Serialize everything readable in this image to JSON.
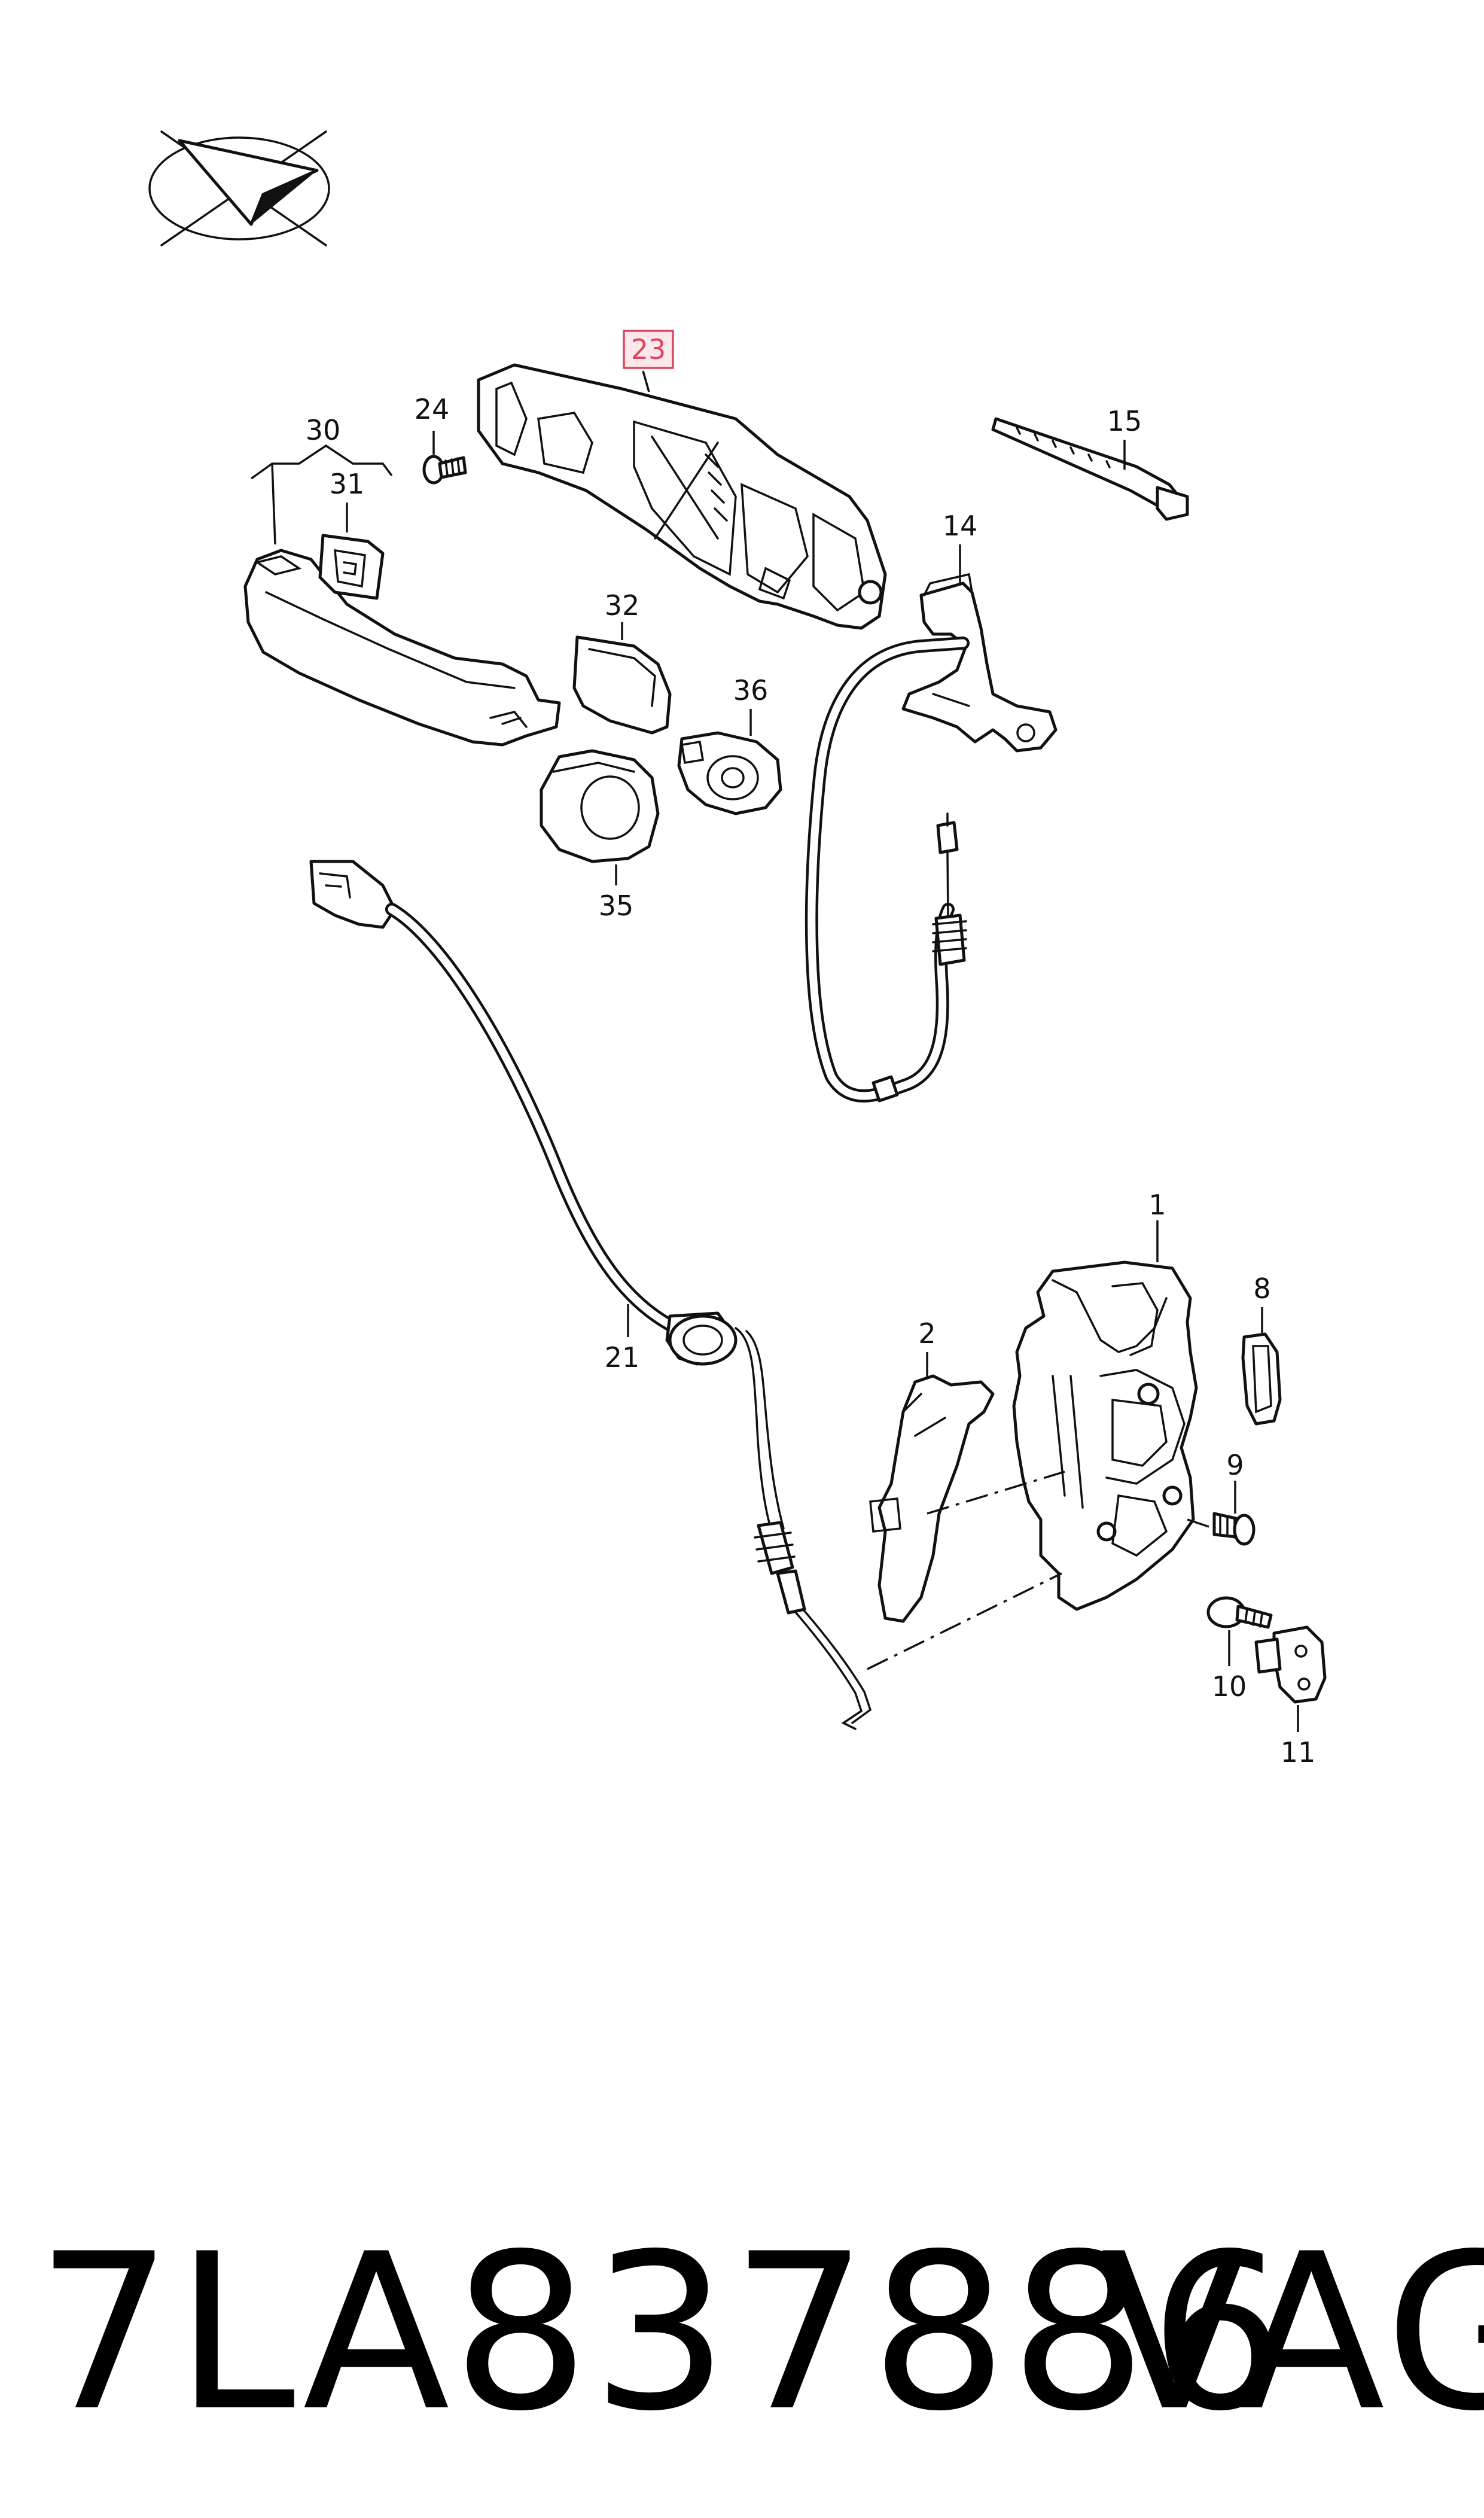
{
  "callouts": [
    {
      "id": "23",
      "highlighted": true
    },
    {
      "id": "24"
    },
    {
      "id": "30"
    },
    {
      "id": "31"
    },
    {
      "id": "15"
    },
    {
      "id": "14"
    },
    {
      "id": "32"
    },
    {
      "id": "36"
    },
    {
      "id": "35"
    },
    {
      "id": "21"
    },
    {
      "id": "1"
    },
    {
      "id": "8"
    },
    {
      "id": "2"
    },
    {
      "id": "9"
    },
    {
      "id": "10"
    },
    {
      "id": "11"
    }
  ],
  "footer": {
    "part_number": "7LA837886",
    "brand": "VAG"
  },
  "colors": {
    "highlight_fill": "#fde7ea",
    "highlight_stroke": "#d9485f",
    "line": "#111111"
  },
  "icons": [
    "direction-arrow-emblem-icon"
  ]
}
